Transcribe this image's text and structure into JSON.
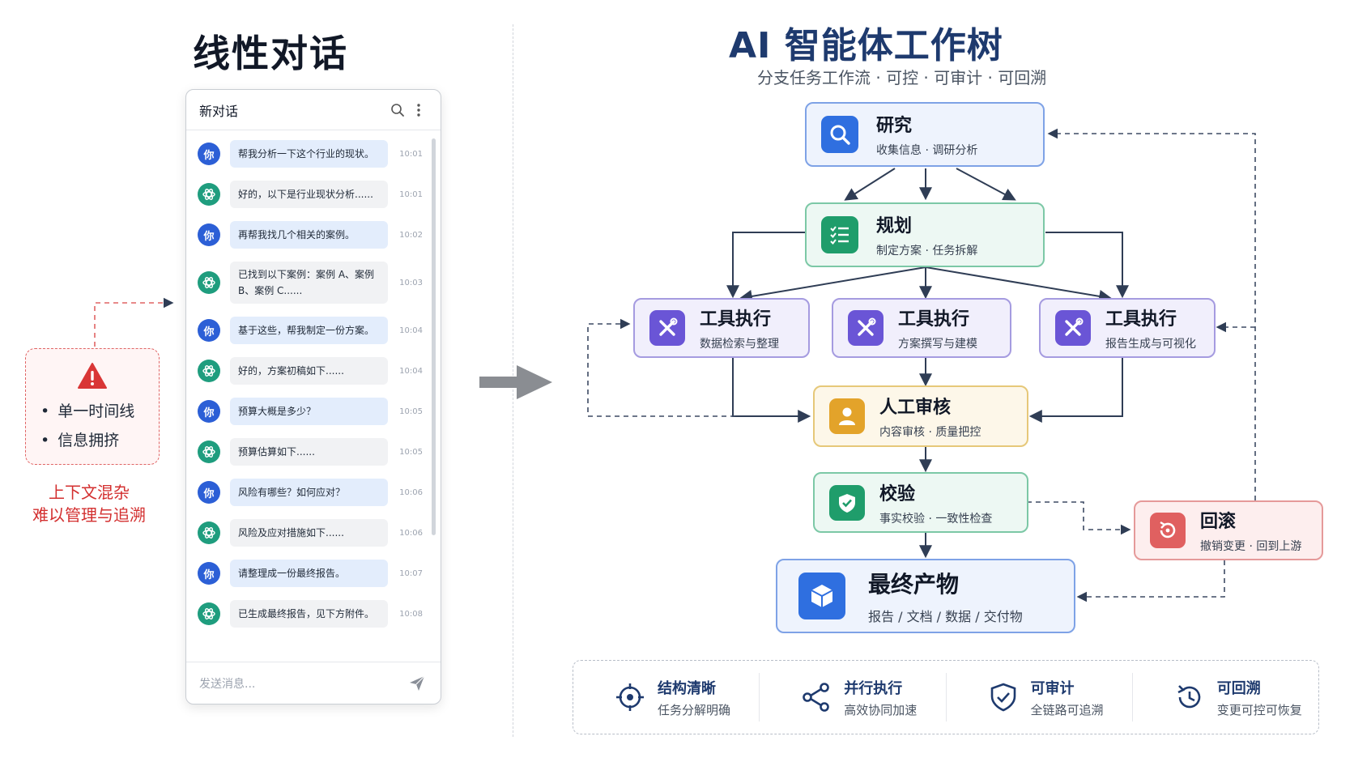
{
  "left": {
    "title": "线性对话",
    "chat": {
      "title": "新对话",
      "input_placeholder": "发送消息...",
      "messages": [
        {
          "role": "user",
          "avatar": "你",
          "text": "帮我分析一下这个行业的现状。",
          "time": "10:01"
        },
        {
          "role": "bot",
          "avatar": "",
          "text": "好的，以下是行业现状分析......",
          "time": "10:01"
        },
        {
          "role": "user",
          "avatar": "你",
          "text": "再帮我找几个相关的案例。",
          "time": "10:02"
        },
        {
          "role": "bot",
          "avatar": "",
          "text": "已找到以下案例：案例 A、案例 B、案例 C......",
          "time": "10:03"
        },
        {
          "role": "user",
          "avatar": "你",
          "text": "基于这些，帮我制定一份方案。",
          "time": "10:04"
        },
        {
          "role": "bot",
          "avatar": "",
          "text": "好的，方案初稿如下......",
          "time": "10:04"
        },
        {
          "role": "user",
          "avatar": "你",
          "text": "预算大概是多少？",
          "time": "10:05"
        },
        {
          "role": "bot",
          "avatar": "",
          "text": "预算估算如下......",
          "time": "10:05"
        },
        {
          "role": "user",
          "avatar": "你",
          "text": "风险有哪些？如何应对？",
          "time": "10:06"
        },
        {
          "role": "bot",
          "avatar": "",
          "text": "风险及应对措施如下......",
          "time": "10:06"
        },
        {
          "role": "user",
          "avatar": "你",
          "text": "请整理成一份最终报告。",
          "time": "10:07"
        },
        {
          "role": "bot",
          "avatar": "",
          "text": "已生成最终报告，见下方附件。",
          "time": "10:08"
        }
      ]
    },
    "warning": {
      "items": [
        "单一时间线",
        "信息拥挤"
      ],
      "caption_line1": "上下文混杂",
      "caption_line2": "难以管理与追溯"
    }
  },
  "right": {
    "title": "AI 智能体工作树",
    "subtitle": "分支任务工作流 · 可控 · 可审计 · 可回溯",
    "nodes": {
      "research": {
        "title": "研究",
        "sub": "收集信息 · 调研分析",
        "icon": "search-icon"
      },
      "plan": {
        "title": "规划",
        "sub": "制定方案 · 任务拆解",
        "icon": "checklist-icon"
      },
      "tool1": {
        "title": "工具执行",
        "sub": "数据检索与整理",
        "icon": "tools-icon"
      },
      "tool2": {
        "title": "工具执行",
        "sub": "方案撰写与建模",
        "icon": "tools-icon"
      },
      "tool3": {
        "title": "工具执行",
        "sub": "报告生成与可视化",
        "icon": "tools-icon"
      },
      "review": {
        "title": "人工审核",
        "sub": "内容审核 · 质量把控",
        "icon": "person-icon"
      },
      "verify": {
        "title": "校验",
        "sub": "事实校验 · 一致性检查",
        "icon": "shield-check-icon"
      },
      "final": {
        "title": "最终产物",
        "sub": "报告 / 文档 / 数据 / 交付物",
        "icon": "cube-icon"
      },
      "rollback": {
        "title": "回滚",
        "sub": "撤销变更 · 回到上游",
        "icon": "rollback-icon"
      }
    },
    "features": [
      {
        "title": "结构清晰",
        "sub": "任务分解明确",
        "icon": "target-icon"
      },
      {
        "title": "并行执行",
        "sub": "高效协同加速",
        "icon": "share-icon"
      },
      {
        "title": "可审计",
        "sub": "全链路可追溯",
        "icon": "shield-check-icon"
      },
      {
        "title": "可回溯",
        "sub": "变更可控可恢复",
        "icon": "history-icon"
      }
    ]
  },
  "colors": {
    "user_avatar": "#2c5fd6",
    "bot_avatar": "#1f9d7e",
    "title_navy": "#1e3a6e",
    "warning_red": "#d32f2f",
    "research_icon": "#2f6fe0",
    "plan_icon": "#1f9d6b",
    "tool_icon": "#6a55d6",
    "review_icon": "#e3a32a",
    "verify_icon": "#1f9d6b",
    "final_icon": "#2f6fe0",
    "rollback_icon": "#e06060"
  }
}
